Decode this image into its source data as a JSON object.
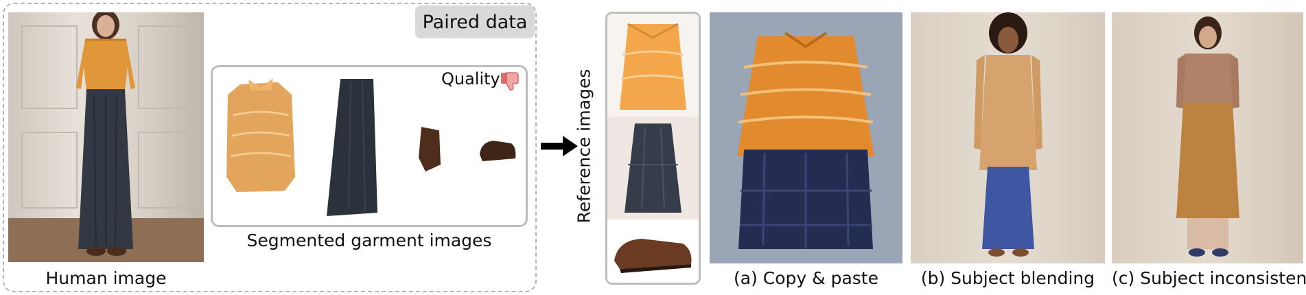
{
  "paired": {
    "tag": "Paired data",
    "human_caption": "Human image",
    "segmented_caption": "Segmented garment images",
    "quality_label": "Quality"
  },
  "reference": {
    "label": "Reference images"
  },
  "results": {
    "copy_caption": "(a) Copy & paste",
    "blend_caption": "(b) Subject blending",
    "inconsistency_caption": "(c) Subject inconsistency"
  },
  "icons": {
    "quality": "thumbs-down-icon",
    "flow": "arrow-right-icon"
  },
  "colors": {
    "dashed_border": "#b5b5b5",
    "tag_background": "#d9d9d9",
    "box_border": "#bdbdbd",
    "thumb": "#f2a5a5"
  }
}
